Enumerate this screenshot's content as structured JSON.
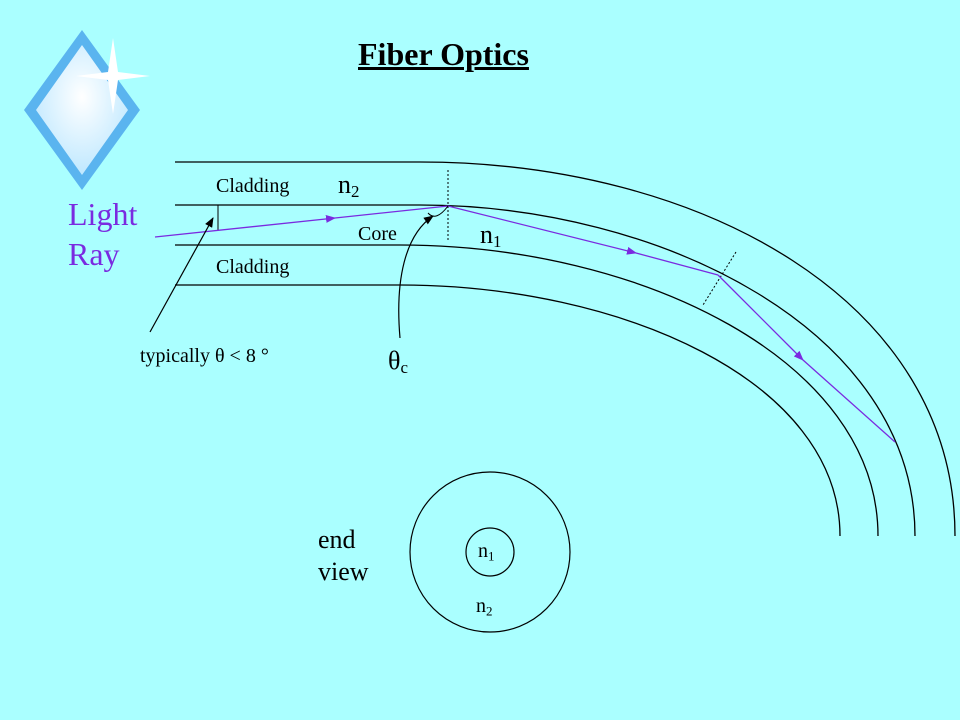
{
  "title": "Fiber Optics",
  "light_ray": {
    "line1": "Light",
    "line2": "Ray"
  },
  "labels": {
    "cladding_top": "Cladding",
    "cladding_bottom": "Cladding",
    "core": "Core",
    "n2_symbol": "n",
    "n2_sub": "2",
    "n1_symbol": "n",
    "n1_sub": "1",
    "typically": "typically θ < 8 °",
    "theta_symbol": "θ",
    "theta_sub": "c"
  },
  "end_view": {
    "line1": "end",
    "line2": "view",
    "inner_symbol": "n",
    "inner_sub": "1",
    "outer_symbol": "n",
    "outer_sub": "2"
  },
  "colors": {
    "background": "#aaffff",
    "ray": "#7a2be0",
    "line": "#000000",
    "logo_outer": "#5ab4ef",
    "logo_inner": "#d8f4ff"
  }
}
